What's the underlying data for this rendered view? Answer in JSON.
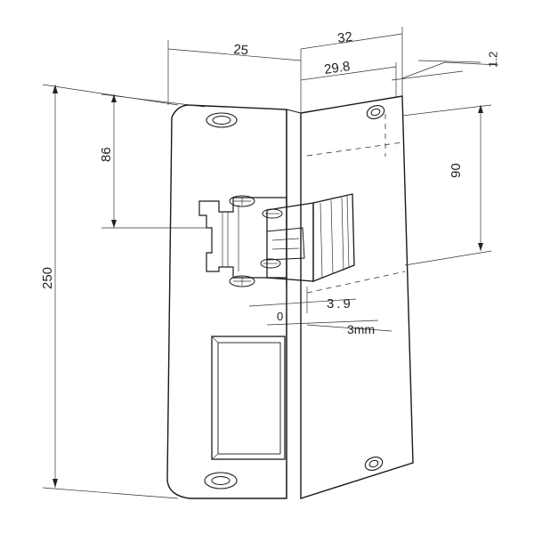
{
  "dimensions": {
    "plate_width": "25",
    "total_depth": "32",
    "flange_depth": "29.8",
    "plate_thickness": "1.2",
    "keeper_offset": "86",
    "keeper_height": "90",
    "height_total": "250",
    "lip_offset": "3.9",
    "adjust_zero": "0",
    "adjust_range": "3mm"
  },
  "colors": {
    "line": "#1a1a1a",
    "background": "#ffffff",
    "shade": "#e9e9e9"
  }
}
